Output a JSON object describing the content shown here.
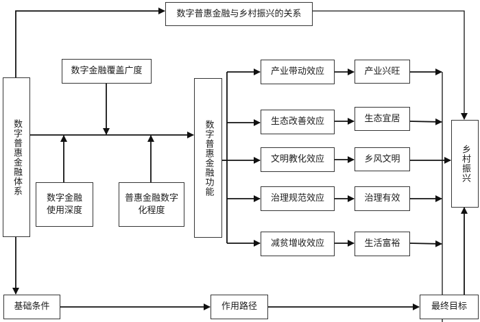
{
  "title_box": "数字普惠金融与乡村振兴的关系",
  "system_box": "数字普惠金融体系",
  "coverage_box": "数字金融覆盖广度",
  "usage_box": "数字金融使用深度",
  "digitization_box": "普惠金融数字化程度",
  "function_box": "数字普惠金融功能",
  "effects": [
    "产业带动效应",
    "生态改善效应",
    "文明教化效应",
    "治理规范效应",
    "减贫增收效应"
  ],
  "outcomes": [
    "产业兴旺",
    "生态宜居",
    "乡风文明",
    "治理有效",
    "生活富裕"
  ],
  "goal_box": "乡村振兴",
  "bottom": {
    "basis": "基础条件",
    "path": "作用路径",
    "final": "最终目标"
  }
}
